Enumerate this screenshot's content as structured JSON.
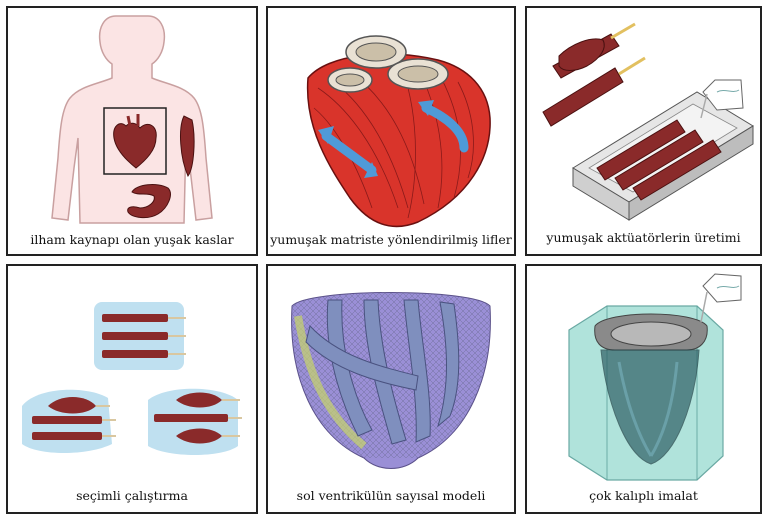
{
  "panels": [
    {
      "id": "p1",
      "caption": "ilham kaynapı olan yuşak kaslar"
    },
    {
      "id": "p2",
      "caption": "yumuşak matriste yönlendirilmiş lifler"
    },
    {
      "id": "p3",
      "caption": "yumuşak aktüatörlerin üretimi"
    },
    {
      "id": "p4",
      "caption": "seçimli çalıştırma"
    },
    {
      "id": "p5",
      "caption": "sol ventrikülün sayısal modeli"
    },
    {
      "id": "p6",
      "caption": "çok kalıplı imalat"
    }
  ],
  "colors": {
    "body_fill": "#fbe4e4",
    "muscle": "#8a2a2a",
    "heart_red": "#d9342b",
    "arrow_blue": "#4f9ad8",
    "mold_gray": "#d8d8d8",
    "gel_blue": "#bfe0f0",
    "model_purple": "#9a8fd6",
    "mold_green": "#a8e0d8"
  },
  "icons": [
    "human-silhouette",
    "heart-illustration",
    "actuator-rods",
    "mold-tray",
    "pouring-beaker",
    "ventricle-mesh",
    "multi-part-mold"
  ]
}
